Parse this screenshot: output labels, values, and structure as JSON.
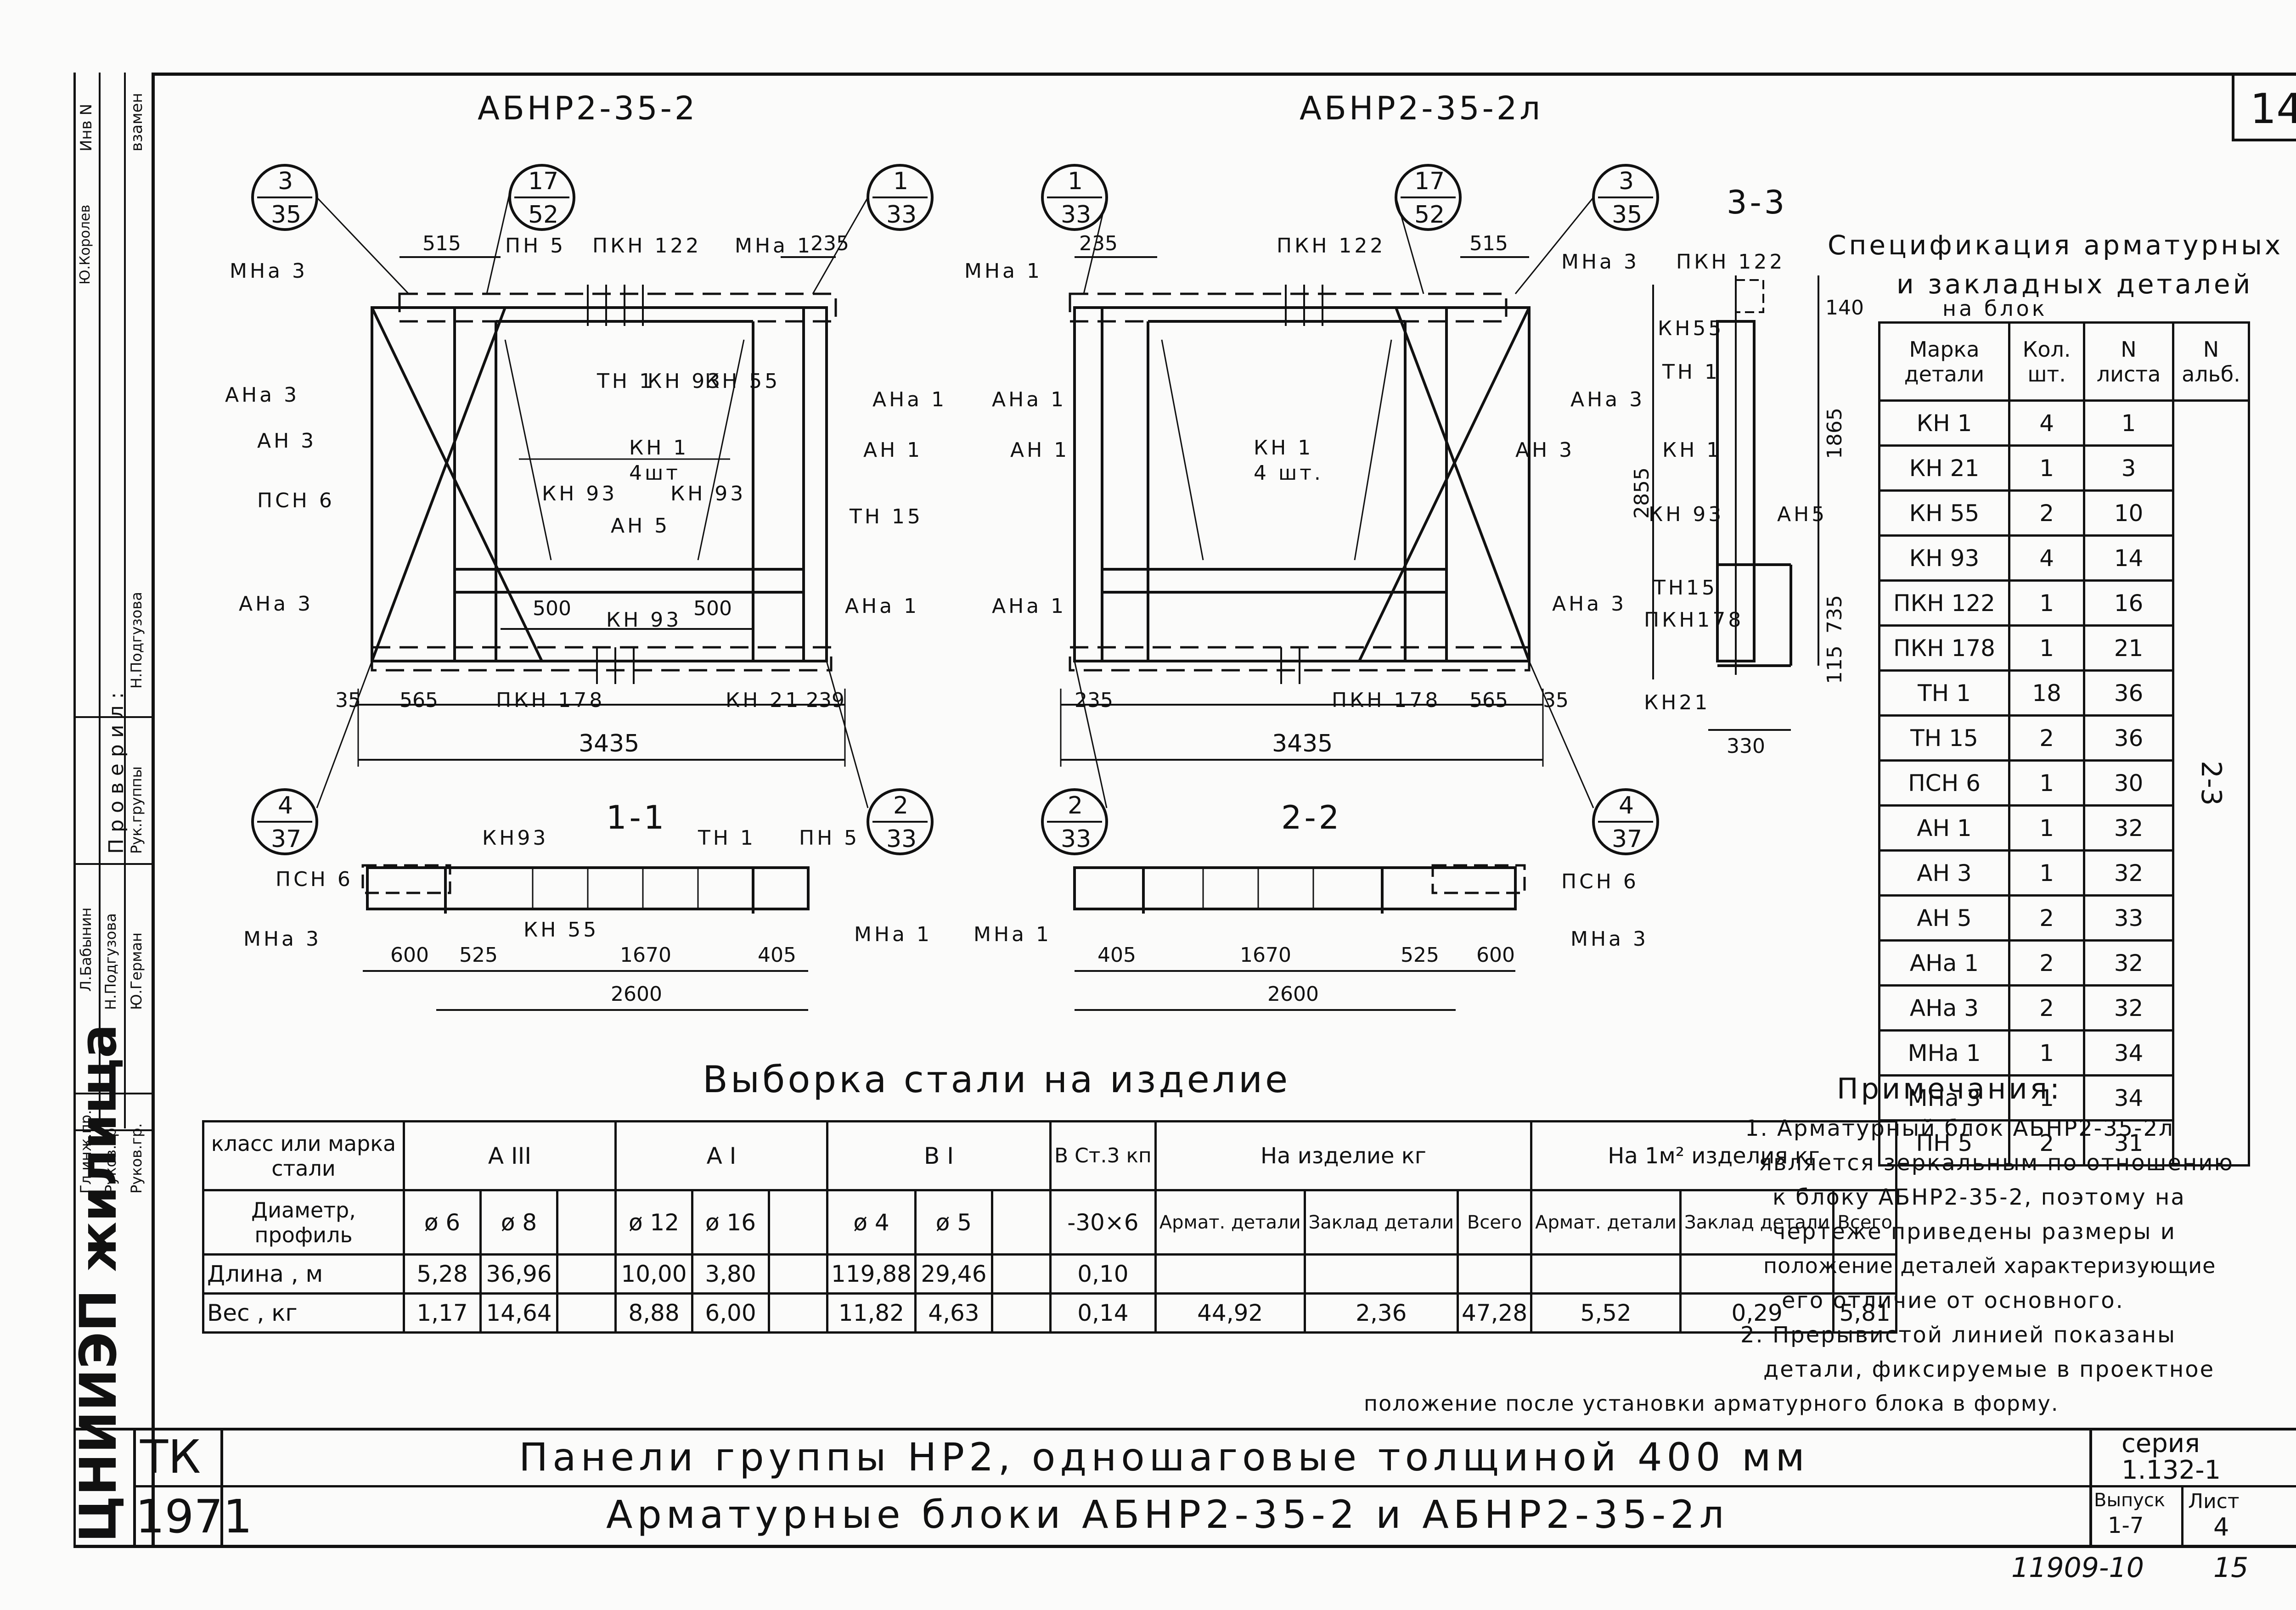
{
  "sheet": {
    "number": "14",
    "footer_code": "11909-10",
    "footer_page": "15"
  },
  "drawings": {
    "left_title": "АБНР2-35-2",
    "right_title": "АБНР2-35-2л",
    "section_33": "3-3",
    "section_11": "1-1",
    "section_22": "2-2",
    "callouts_left": [
      {
        "top": "3",
        "bottom": "35"
      },
      {
        "top": "17",
        "bottom": "52"
      },
      {
        "top": "1",
        "bottom": "33"
      },
      {
        "top": "4",
        "bottom": "37"
      },
      {
        "top": "2",
        "bottom": "33"
      }
    ],
    "callouts_right": [
      {
        "top": "1",
        "bottom": "33"
      },
      {
        "top": "17",
        "bottom": "52"
      },
      {
        "top": "3",
        "bottom": "35"
      },
      {
        "top": "2",
        "bottom": "33"
      },
      {
        "top": "4",
        "bottom": "37"
      }
    ],
    "labels_left": {
      "mna3": "МНа 3",
      "ana3": "АНа 3",
      "an3": "АН 3",
      "psn6": "ПСН 6",
      "ana3b": "АНа 3",
      "pn5": "ПН 5",
      "pkn122": "ПКН 122",
      "mna1": "МНа 1",
      "ana1": "АНа 1",
      "an1": "АН 1",
      "tn15": "ТН 15",
      "ana1b": "АНа 1",
      "tn1": "ТН 1",
      "kn93": "КН 93",
      "kn55": "КН 55",
      "kn1": "КН 1",
      "kn1_count": "4шт",
      "kn93b": "КН 93",
      "kn93c": "КН 93",
      "an5": "АН 5",
      "kn93d": "КН 93",
      "pkn178": "ПКН 178",
      "kn21": "КН 21",
      "d515": "515",
      "d235": "235",
      "d500a": "500",
      "d500b": "500",
      "d35": "35",
      "d565": "565",
      "d239": "239",
      "d3435": "3435"
    },
    "labels_right": {
      "mna1": "МНа 1",
      "ana1": "АНа 1",
      "an1": "АН 1",
      "ana1b": "АНа 1",
      "pkn122": "ПКН 122",
      "mna3": "МНа 3",
      "ana3": "АНа 3",
      "an3": "АН 3",
      "ana3b": "АНа 3",
      "kn1": "КН 1",
      "kn1_count": "4 шт.",
      "pkn178": "ПКН 178",
      "d235": "235",
      "d515": "515",
      "d235b": "235",
      "d565": "565",
      "d35": "35",
      "d3435": "3435"
    },
    "section33": {
      "pkn122": "ПКН 122",
      "kn55": "КН55",
      "tn1": "ТН 1",
      "kn1": "КН 1",
      "kn93": "КН 93",
      "an5": "АН5",
      "tn15": "ТН15",
      "pkn178": "ПКН178",
      "kn21": "КН21",
      "d140": "140",
      "d1865": "1865",
      "d2855": "2855",
      "d735": "735",
      "d115": "115",
      "d330": "330"
    },
    "section11": {
      "kn93": "КН93",
      "tn1": "ТН 1",
      "pn5": "ПН 5",
      "psn6": "ПСН 6",
      "mna3": "МНа 3",
      "kn55": "КН 55",
      "mna1": "МНа 1",
      "d600": "600",
      "d525": "525",
      "d1670": "1670",
      "d405": "405",
      "d2600": "2600"
    },
    "section22": {
      "mna1": "МНа 1",
      "psn6": "ПСН 6",
      "mna3": "МНа 3",
      "d405": "405",
      "d1670": "1670",
      "d525": "525",
      "d600": "600",
      "d2600": "2600"
    }
  },
  "spec": {
    "title_line1": "Спецификация арматурных",
    "title_line2": "и закладных деталей",
    "title_line3": "на блок",
    "headers": [
      "Марка детали",
      "Кол. шт.",
      "N листа",
      "N альб."
    ],
    "album": "2-3",
    "rows": [
      [
        "КН 1",
        "4",
        "1"
      ],
      [
        "КН 21",
        "1",
        "3"
      ],
      [
        "КН 55",
        "2",
        "10"
      ],
      [
        "КН 93",
        "4",
        "14"
      ],
      [
        "ПКН 122",
        "1",
        "16"
      ],
      [
        "ПКН 178",
        "1",
        "21"
      ],
      [
        "ТН 1",
        "18",
        "36"
      ],
      [
        "ТН 15",
        "2",
        "36"
      ],
      [
        "ПСН 6",
        "1",
        "30"
      ],
      [
        "АН 1",
        "1",
        "32"
      ],
      [
        "АН 3",
        "1",
        "32"
      ],
      [
        "АН 5",
        "2",
        "33"
      ],
      [
        "АНа 1",
        "2",
        "32"
      ],
      [
        "АНа 3",
        "2",
        "32"
      ],
      [
        "МНа 1",
        "1",
        "34"
      ],
      [
        "МНа 3",
        "1",
        "34"
      ],
      [
        "ПН 5",
        "2",
        "31"
      ]
    ]
  },
  "steel": {
    "title": "Выборка стали на изделие",
    "h_class": "класс или марка стали",
    "h_a3": "А III",
    "h_a1": "А I",
    "h_b1": "В I",
    "h_vst": "В Ст.3 кп",
    "h_per_item": "На изделие кг",
    "h_per_m2": "На 1м² изделия кг",
    "row_diam": "Диаметр, профиль",
    "row_len": "Длина , м",
    "row_wt": "Вес , кг",
    "diams": [
      "ø 6",
      "ø 8",
      "",
      "ø 12",
      "ø 16",
      "",
      "ø 4",
      "ø 5",
      "",
      "-30×6"
    ],
    "lengths": [
      "5,28",
      "36,96",
      "",
      "10,00",
      "3,80",
      "",
      "119,88",
      "29,46",
      "",
      "0,10"
    ],
    "weights": [
      "1,17",
      "14,64",
      "",
      "8,88",
      "6,00",
      "",
      "11,82",
      "4,63",
      "",
      "0,14"
    ],
    "sub_headers": [
      "Армат. детали",
      "Заклад детали",
      "Всего",
      "Армат. детали",
      "Заклад детали",
      "Всего"
    ],
    "totals": [
      "44,92",
      "2,36",
      "47,28",
      "5,52",
      "0,29",
      "5,81"
    ]
  },
  "notes": {
    "title": "Примечания:",
    "n1_l1": "1. Арматурный блок АБНР2-35-2л",
    "n1_l2": "является зеркальным по отношению",
    "n1_l3": "к блоку АБНР2-35-2, поэтому на",
    "n1_l4": "чертеже приведены размеры и",
    "n1_l5": "положение деталей характеризующие",
    "n1_l6": "его отличие от основного.",
    "n2_l1": "2. Прерывистой линией показаны",
    "n2_l2": "детали, фиксируемые в проектное",
    "n2_l3": "положение после установки арматурного блока в форму."
  },
  "titleblock": {
    "tk": "ТК",
    "year": "1971",
    "line1": "Панели группы НР2, одношаговые толщиной 400 мм",
    "line2": "Арматурные блоки АБНР2-35-2 и АБНР2-35-2л",
    "series_label": "серия",
    "series_value": "1.132-1",
    "issue_label": "Выпуск",
    "issue_value": "1-7",
    "sheet_label": "Лист",
    "sheet_value": "4"
  },
  "sidestamp": {
    "org": "ЦНИИЭП жилища",
    "checked": "П р о в е р и л :",
    "r1": "Гл.инж.пр.",
    "r2": "Руков.гр.",
    "r3": "Руков.гр.",
    "n1": "Л.Бабынин",
    "n2": "Н.Подгузова",
    "n3": "Ю.Герман",
    "rg": "Рук.группы",
    "rg_name": "Н.Подгузова",
    "inv": "Инв N",
    "vzamen": "взамен",
    "extra": "Ю.Королев"
  }
}
